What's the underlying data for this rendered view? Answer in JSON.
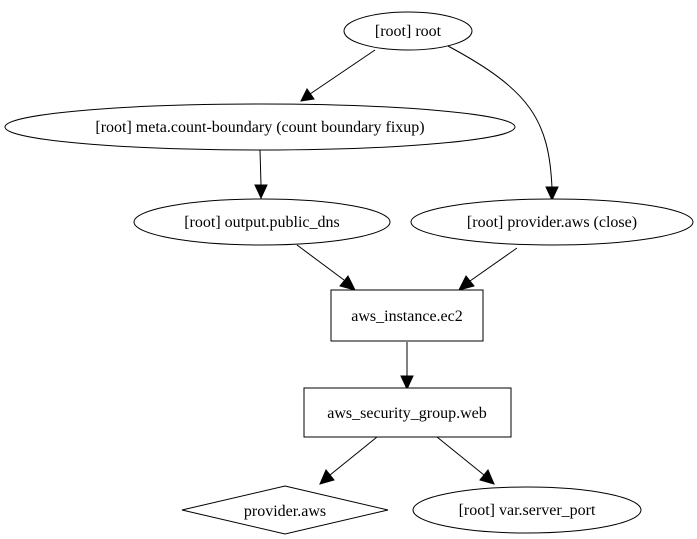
{
  "nodes": [
    {
      "id": "root",
      "label": "[root] root",
      "shape": "ellipse"
    },
    {
      "id": "count_boundary",
      "label": "[root] meta.count-boundary (count boundary fixup)",
      "shape": "ellipse"
    },
    {
      "id": "output_public_dns",
      "label": "[root] output.public_dns",
      "shape": "ellipse"
    },
    {
      "id": "provider_aws_close",
      "label": "[root] provider.aws (close)",
      "shape": "ellipse"
    },
    {
      "id": "aws_instance_ec2",
      "label": "aws_instance.ec2",
      "shape": "box"
    },
    {
      "id": "aws_security_group_web",
      "label": "aws_security_group.web",
      "shape": "box"
    },
    {
      "id": "provider_aws",
      "label": "provider.aws",
      "shape": "diamond"
    },
    {
      "id": "var_server_port",
      "label": "[root] var.server_port",
      "shape": "ellipse"
    }
  ],
  "edges": [
    {
      "from": "root",
      "to": "count_boundary"
    },
    {
      "from": "root",
      "to": "provider_aws_close"
    },
    {
      "from": "count_boundary",
      "to": "output_public_dns"
    },
    {
      "from": "output_public_dns",
      "to": "aws_instance_ec2"
    },
    {
      "from": "provider_aws_close",
      "to": "aws_instance_ec2"
    },
    {
      "from": "aws_instance_ec2",
      "to": "aws_security_group_web"
    },
    {
      "from": "aws_security_group_web",
      "to": "provider_aws"
    },
    {
      "from": "aws_security_group_web",
      "to": "var_server_port"
    }
  ]
}
